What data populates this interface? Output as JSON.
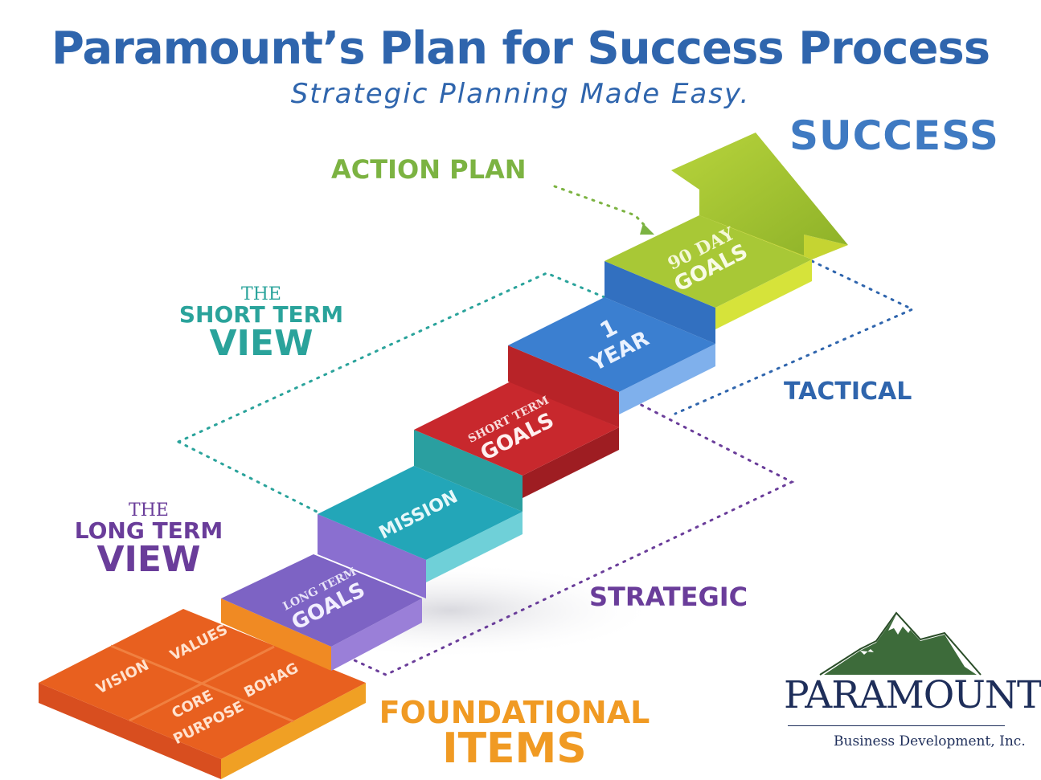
{
  "header": {
    "title": "Paramount’s Plan for Success Process",
    "subtitle": "Strategic Planning Made Easy."
  },
  "labels": {
    "success": "SUCCESS",
    "action_plan": "ACTION PLAN",
    "tactical": "TACTICAL",
    "strategic": "STRATEGIC",
    "short_term_view": {
      "the": "THE",
      "line1": "SHORT TERM",
      "line2": "VIEW"
    },
    "long_term_view": {
      "the": "THE",
      "line1": "LONG TERM",
      "line2": "VIEW"
    },
    "foundational": {
      "line1": "FOUNDATIONAL",
      "line2": "ITEMS"
    }
  },
  "steps": [
    {
      "small": "LONG TERM",
      "big": "GOALS",
      "color": "#7d63c4"
    },
    {
      "small": "",
      "big": "MISSION",
      "color": "#23a6b8"
    },
    {
      "small": "SHORT TERM",
      "big": "GOALS",
      "color": "#c8282d"
    },
    {
      "small": "1",
      "big": "YEAR",
      "color": "#3b7fd0"
    },
    {
      "small": "90 DAY",
      "big": "GOALS",
      "color": "#a8c836"
    }
  ],
  "foundation_tiles": [
    "VISION",
    "VALUES",
    "CORE",
    "PURPOSE",
    "BOHAG"
  ],
  "colors": {
    "primary_blue": "#2f65ad",
    "green": "#7cb342",
    "teal": "#2aa39b",
    "purple": "#6a3d9a",
    "orange": "#f09a23",
    "logo_navy": "#1e2e5a"
  },
  "logo": {
    "name": "PARAMOUNT",
    "tagline": "Business Development, Inc."
  }
}
